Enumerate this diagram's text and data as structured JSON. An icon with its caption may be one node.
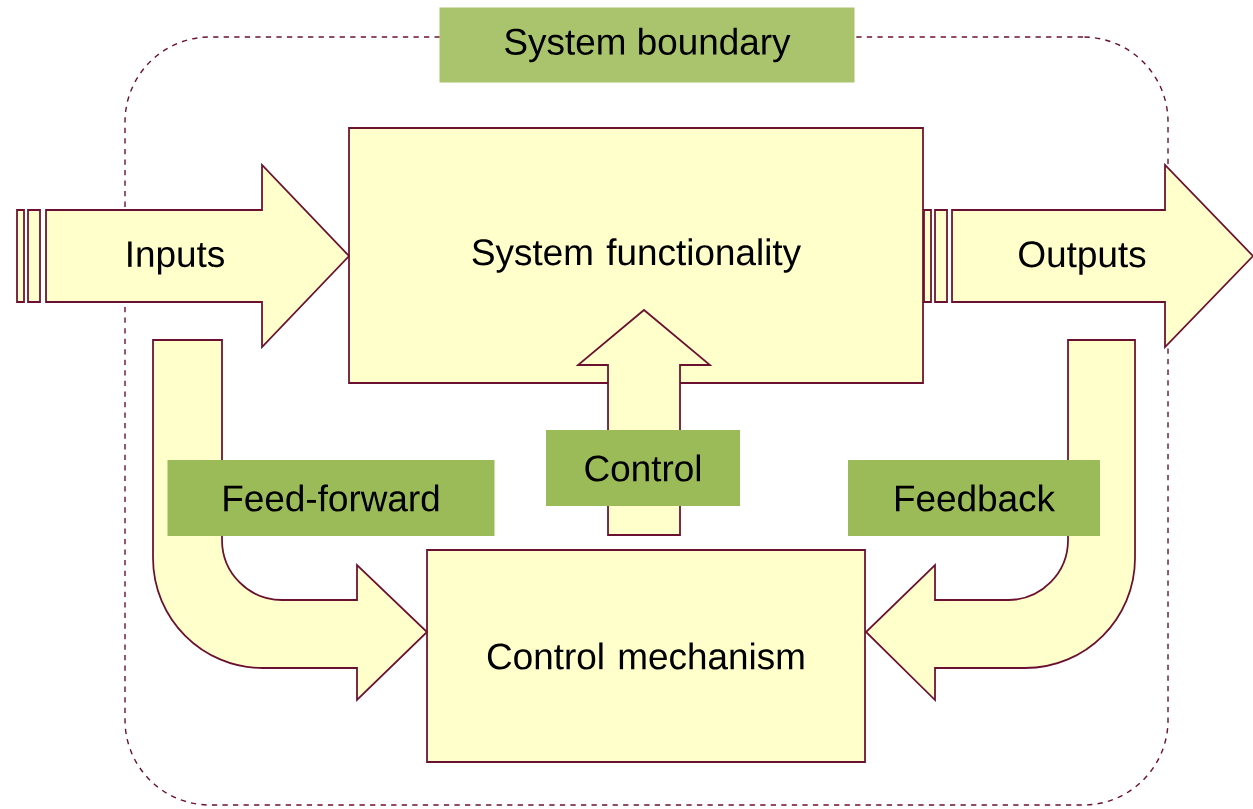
{
  "diagram": {
    "nodes": [
      {
        "text": [
          "System boundary"
        ]
      },
      {
        "text": [
          "System functionality"
        ],
        "in": 0
      },
      {
        "text": [
          "Control mechanism"
        ],
        "in": 0
      }
    ],
    "edges": [
      {
        "from": null,
        "to": 1,
        "arrow": "to",
        "label": "Inputs"
      },
      {
        "from": 1,
        "to": null,
        "arrow": "to",
        "label": "Outputs"
      },
      {
        "from": 2,
        "to": 1,
        "arrow": "to",
        "label": "Control"
      },
      {
        "from": null,
        "to": 2,
        "arrow": "to",
        "label": "Feed-forward"
      },
      {
        "from": null,
        "to": 2,
        "arrow": "to",
        "label": "Feedback"
      }
    ]
  }
}
